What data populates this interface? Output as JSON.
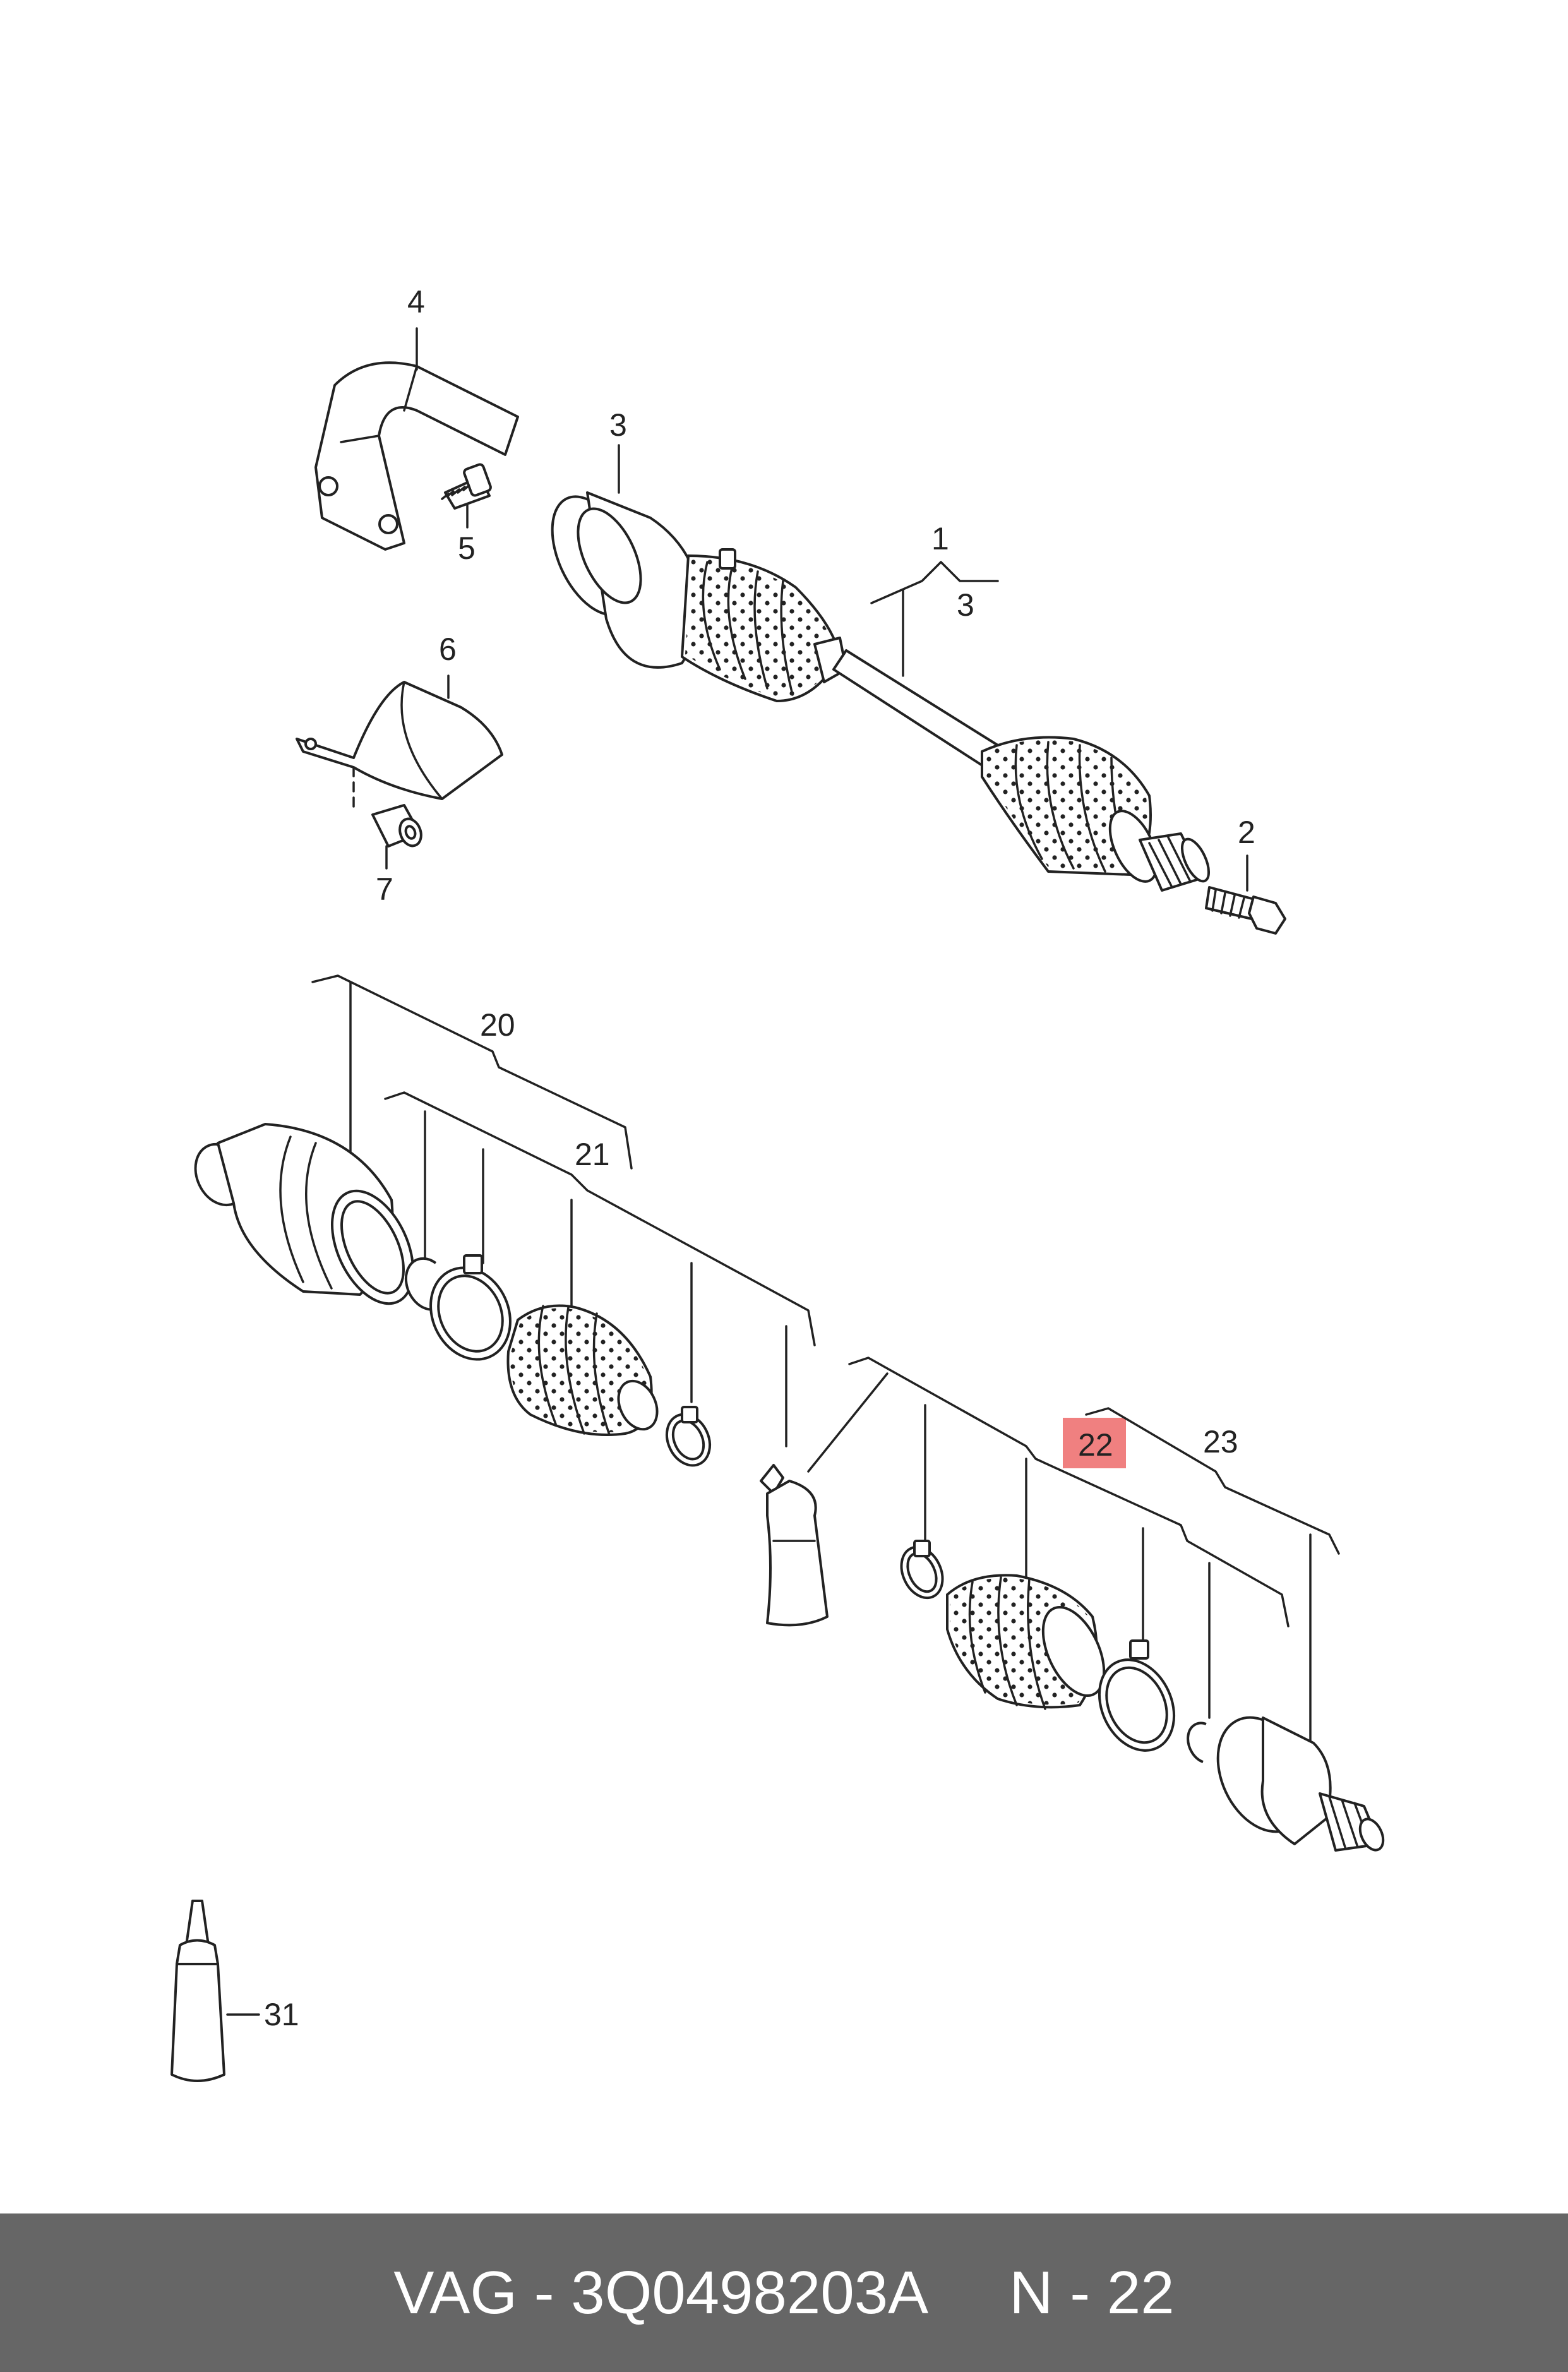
{
  "diagram": {
    "labels": {
      "l1": "1",
      "l1_sub3": "3",
      "l2": "2",
      "l3": "3",
      "l4": "4",
      "l5": "5",
      "l6": "6",
      "l7": "7",
      "l20": "20",
      "l21": "21",
      "l22": "22",
      "l23": "23",
      "l31": "31"
    },
    "highlight_color": "#f08080"
  },
  "footer": {
    "text": "VAG - 3Q0498203A     N - 22",
    "background": "#666666"
  }
}
